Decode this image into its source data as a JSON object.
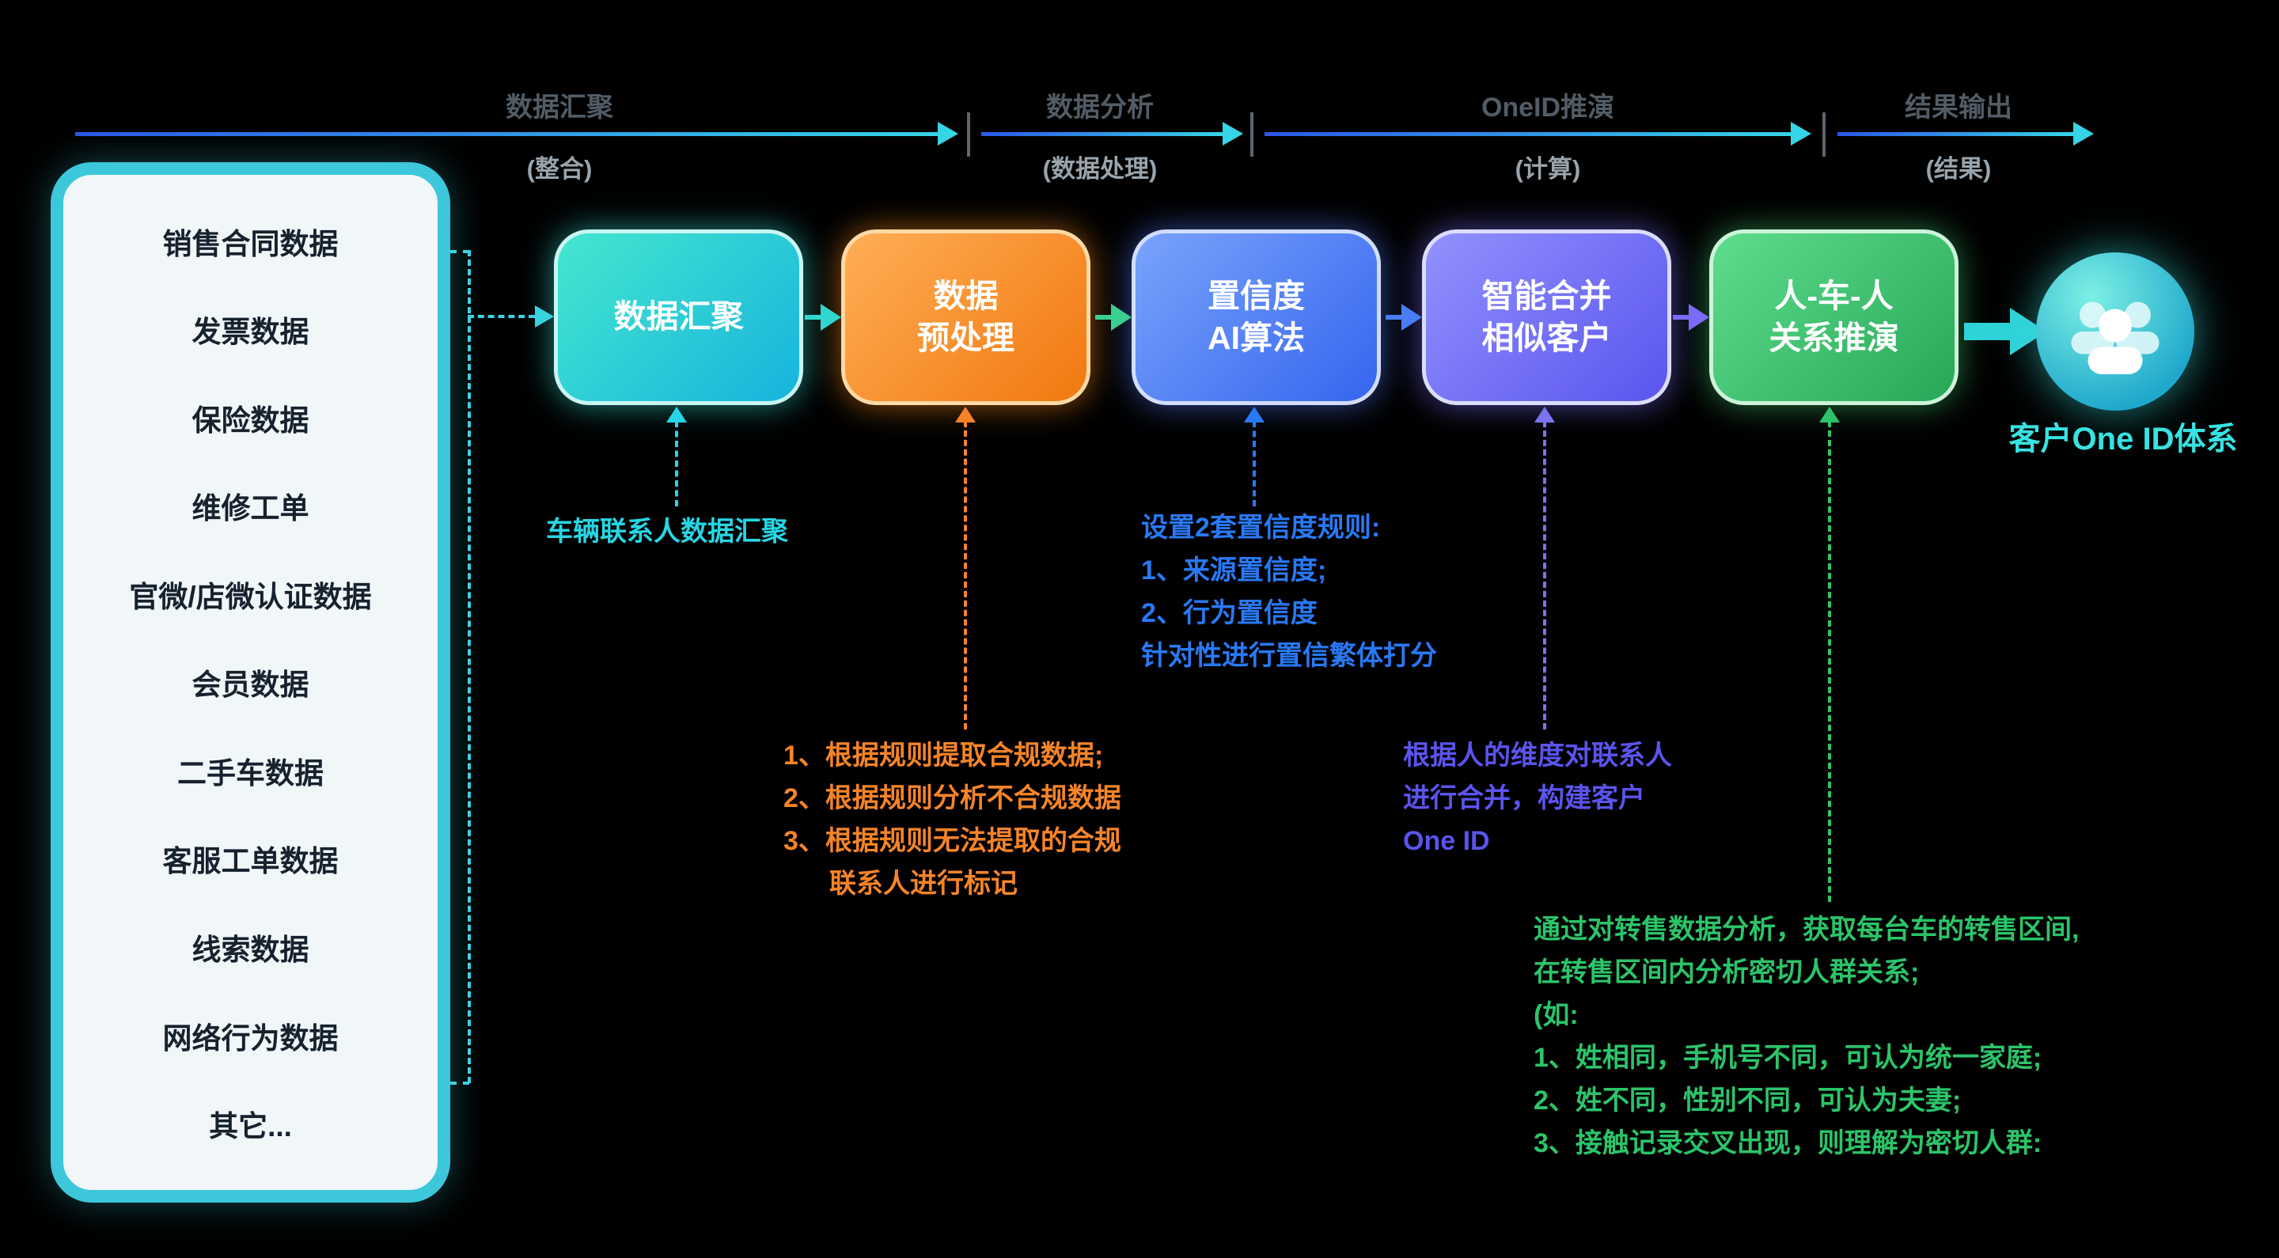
{
  "colors": {
    "background": "#000000",
    "cyan": "#27d6e4",
    "teal_box": "#17b4dd",
    "orange": "#f58428",
    "blue": "#2979f5",
    "purple": "#5b54ee",
    "green": "#2cc46a",
    "panel_border": "#3cc8da",
    "panel_fill": "#f1f6f9"
  },
  "phases": [
    {
      "label": "数据汇聚",
      "sub": "(整合)"
    },
    {
      "label": "数据分析",
      "sub": "(数据处理)"
    },
    {
      "label": "OneID推演",
      "sub": "(计算)"
    },
    {
      "label": "结果输出",
      "sub": "(结果)"
    }
  ],
  "source_panel": {
    "items": [
      "销售合同数据",
      "发票数据",
      "保险数据",
      "维修工单",
      "官微/店微认证数据",
      "会员数据",
      "二手车数据",
      "客服工单数据",
      "线索数据",
      "网络行为数据",
      "其它..."
    ]
  },
  "flow": {
    "steps": [
      {
        "label": "数据汇聚"
      },
      {
        "label": "数据\n预处理"
      },
      {
        "label": "置信度\nAI算法"
      },
      {
        "label": "智能合并\n相似客户"
      },
      {
        "label": "人-车-人\n关系推演"
      }
    ]
  },
  "result": {
    "icon": "users-icon",
    "label": "客户One ID体系"
  },
  "annotations": {
    "step1": {
      "lines": [
        "车辆联系人数据汇聚"
      ]
    },
    "step2": {
      "lines": [
        "1、根据规则提取合规数据;",
        "2、根据规则分析不合规数据",
        "3、根据规则无法提取的合规",
        "联系人进行标记"
      ]
    },
    "step3": {
      "lines": [
        "设置2套置信度规则:",
        "1、来源置信度;",
        "2、行为置信度",
        "针对性进行置信繁体打分"
      ]
    },
    "step4": {
      "lines": [
        "根据人的维度对联系人",
        "进行合并，构建客户",
        "One ID"
      ]
    },
    "step5": {
      "lines": [
        "通过对转售数据分析，获取每台车的转售区间,",
        "在转售区间内分析密切人群关系;",
        "(如:",
        "1、姓相同，手机号不同，可认为统一家庭;",
        "2、姓不同，性别不同，可认为夫妻;",
        "3、接触记录交叉出现，则理解为密切人群:"
      ]
    }
  }
}
